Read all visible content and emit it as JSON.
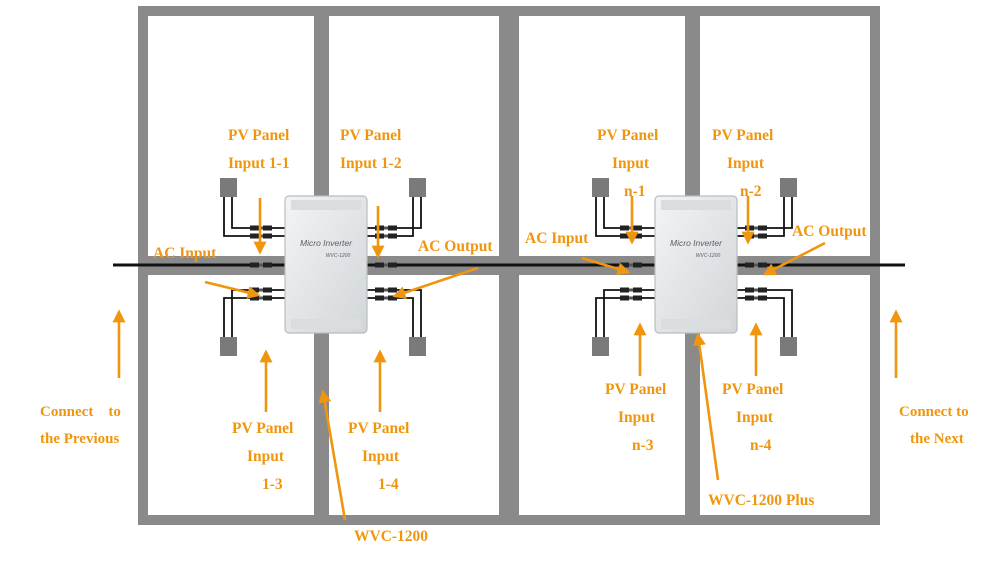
{
  "colors": {
    "label": "#f0960e",
    "panel_frame": "#8a8a8a",
    "cable": "#111111",
    "inverter_body": "#e3e6e8"
  },
  "inverter_left": {
    "title": "Micro Inverter",
    "model_small": "WVC-1200",
    "name": "WVC-1200"
  },
  "inverter_right": {
    "title": "Micro Inverter",
    "model_small": "WVC-1200",
    "name": "WVC-1200 Plus"
  },
  "labels": {
    "ac_input": "AC Input",
    "ac_output": "AC Output",
    "pv_panel": "PV Panel",
    "input": "Input",
    "input_1_1": "Input 1-1",
    "input_1_2": "Input 1-2",
    "id_1_3": "1-3",
    "id_1_4": "1-4",
    "id_n_1": "n-1",
    "id_n_2": "n-2",
    "id_n_3": "n-3",
    "id_n_4": "n-4",
    "connect_to_previous_1": "Connect    to",
    "connect_to_previous_2": "the Previous",
    "connect_to_next_1": "Connect to",
    "connect_to_next_2": "the Next"
  }
}
